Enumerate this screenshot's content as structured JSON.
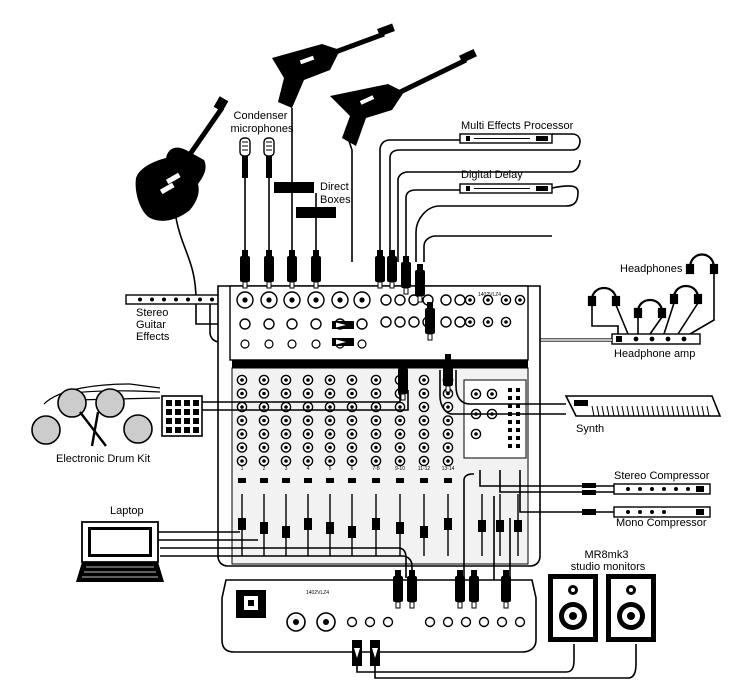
{
  "labels": {
    "condenser_microphones": [
      "Condenser",
      "microphones"
    ],
    "direct_boxes": [
      "Direct",
      "Boxes"
    ],
    "multi_effects": "Multi Effects Processor",
    "digital_delay": "Digital Delay",
    "headphones": "Headphones",
    "headphone_amp": "Headphone amp",
    "stereo_guitar_effects": [
      "Stereo",
      "Guitar",
      "Effects"
    ],
    "electronic_drum_kit": "Electronic Drum Kit",
    "synth": "Synth",
    "stereo_compressor": "Stereo Compressor",
    "mono_compressor": "Mono Compressor",
    "laptop": "Laptop",
    "studio_monitors": [
      "MR8mk3",
      "studio monitors"
    ]
  },
  "mixer": {
    "model": "1402VLZ4",
    "channel_labels": [
      "1",
      "2",
      "3",
      "4",
      "5",
      "6",
      "7-8",
      "9-10",
      "11-12",
      "13-14"
    ]
  },
  "colors": {
    "ink": "#000000",
    "paper": "#ffffff",
    "panel": "#f2f2f2",
    "mid": "#cfcfcf"
  }
}
